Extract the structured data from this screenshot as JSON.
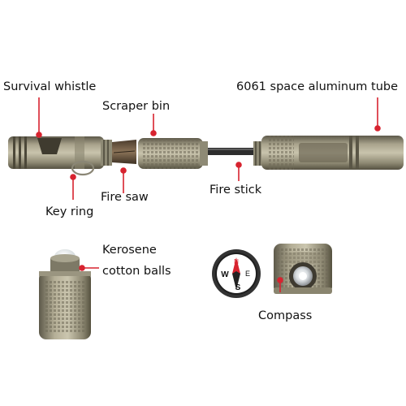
{
  "labels": {
    "survival_whistle": "Survival whistle",
    "scraper_bin": "Scraper bin",
    "aluminum_tube": "6061 space aluminum tube",
    "key_ring": "Key ring",
    "fire_saw": "Fire saw",
    "fire_stick": "Fire stick",
    "kerosene_line1": "Kerosene",
    "kerosene_line2": "cotton balls",
    "compass": "Compass"
  },
  "compass_dial": {
    "north": "N",
    "west": "W",
    "east": "E",
    "south": "S"
  },
  "colors": {
    "pointer": "#d7232f",
    "metal_dark": "#6f6a58",
    "metal_mid": "#9c9680",
    "metal_light": "#c4bfa8",
    "text": "#111111"
  }
}
